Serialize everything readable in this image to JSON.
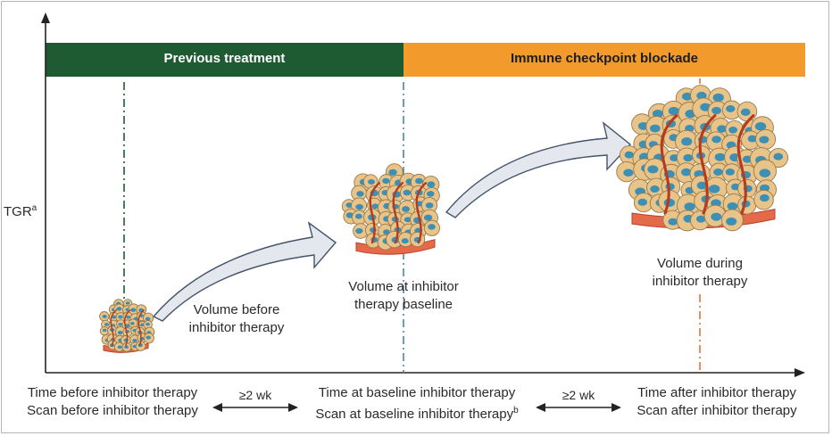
{
  "bands": {
    "previous": {
      "label": "Previous treatment",
      "color": "#1e5b32"
    },
    "immune": {
      "label": "Immune checkpoint blockade",
      "color": "#f39a2c"
    }
  },
  "y_axis": {
    "label": "TGR",
    "superscript": "a"
  },
  "volumes": {
    "before": {
      "line1": "Volume before",
      "line2": "inhibitor therapy"
    },
    "baseline": {
      "line1": "Volume at inhibitor",
      "line2": "therapy baseline"
    },
    "during": {
      "line1": "Volume during",
      "line2": "inhibitor therapy"
    }
  },
  "timepoints": {
    "before": {
      "time": "Time before inhibitor therapy",
      "scan": "Scan before inhibitor therapy"
    },
    "baseline": {
      "time": "Time at baseline inhibitor therapy",
      "scan": "Scan at baseline inhibitor therapy",
      "superscript": "b"
    },
    "after": {
      "time": "Time after inhibitor therapy",
      "scan": "Scan after inhibitor therapy"
    }
  },
  "intervals": {
    "first": "≥2 wk",
    "second": "≥2 wk"
  },
  "colors": {
    "cell": "#e8c48a",
    "nucleus": "#3d8fb3",
    "vessel": "#b53a1e",
    "base": "#e56a4a",
    "arrow_fill": "#e4e8ee",
    "arrow_stroke": "#44546a"
  }
}
